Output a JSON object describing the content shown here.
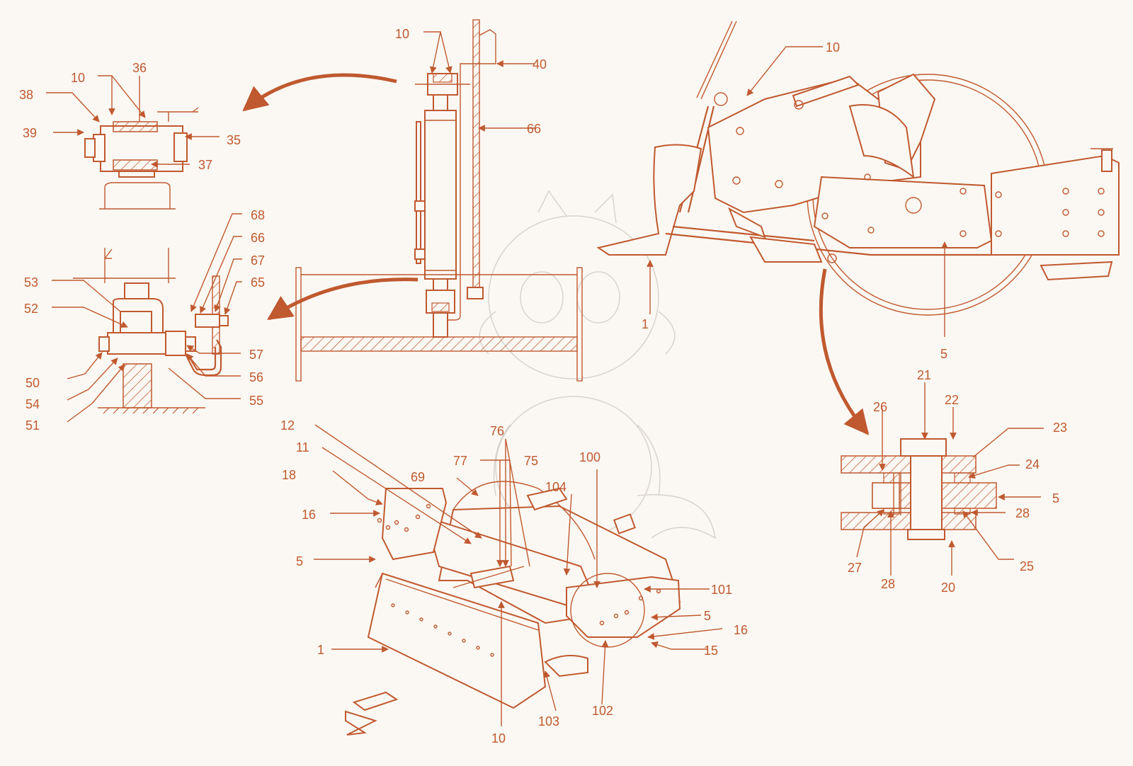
{
  "colors": {
    "accent": "#c0592f",
    "background": "#fbf8f3",
    "watermark": "#d8d3cc"
  },
  "views": {
    "pivot_detail": {
      "labels": [
        "10",
        "36",
        "38",
        "39",
        "35",
        "37"
      ]
    },
    "cylinder_view": {
      "labels": [
        "10",
        "40",
        "66"
      ]
    },
    "bracket_detail": {
      "labels": [
        "68",
        "66",
        "67",
        "65",
        "53",
        "52",
        "57",
        "50",
        "56",
        "54",
        "55",
        "51"
      ]
    },
    "tractor_view": {
      "labels": [
        "10",
        "1",
        "5"
      ]
    },
    "hub_section": {
      "labels": [
        "21",
        "22",
        "26",
        "23",
        "24",
        "5",
        "28",
        "27",
        "28",
        "25",
        "20"
      ]
    },
    "blade_assembly": {
      "labels": [
        "12",
        "76",
        "11",
        "77",
        "75",
        "100",
        "69",
        "18",
        "104",
        "16",
        "5",
        "101",
        "5",
        "16",
        "1",
        "15",
        "103",
        "102",
        "10"
      ]
    }
  }
}
